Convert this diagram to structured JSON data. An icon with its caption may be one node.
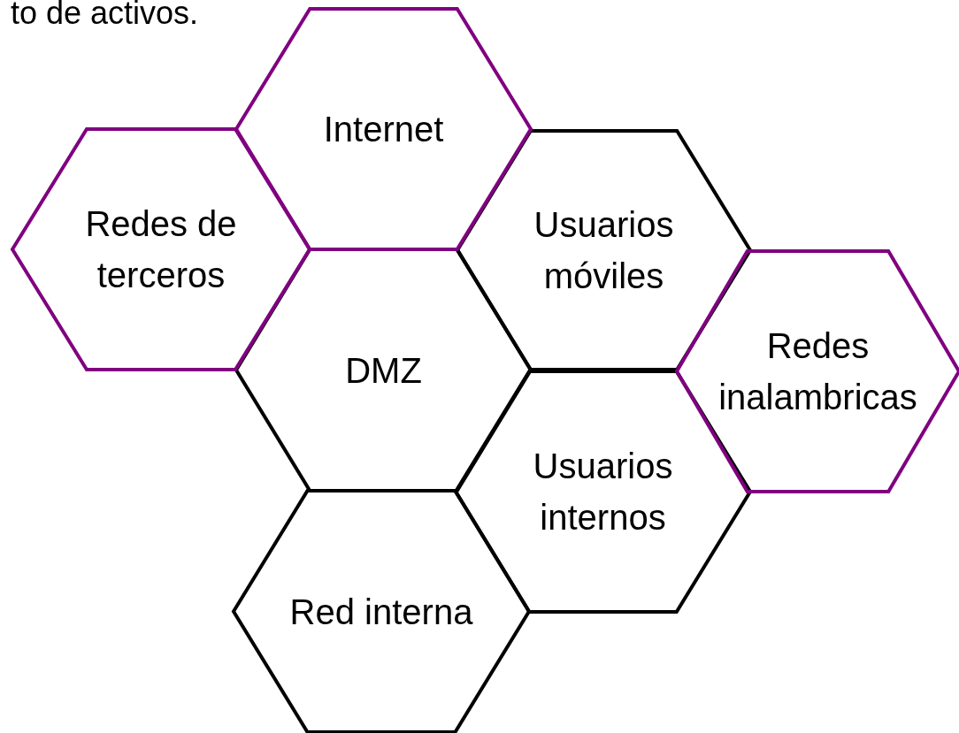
{
  "diagram": {
    "nodes": [
      {
        "text": [
          "Internet"
        ]
      },
      {
        "text": [
          "Redes de terceros"
        ]
      },
      {
        "text": [
          "Usuarios móviles"
        ]
      },
      {
        "text": [
          "DMZ"
        ]
      },
      {
        "text": [
          "Redes inalambricas"
        ]
      },
      {
        "text": [
          "Usuarios internos"
        ]
      },
      {
        "text": [
          "Red interna"
        ]
      }
    ],
    "edges": [],
    "labels": [
      "to de activos."
    ]
  }
}
